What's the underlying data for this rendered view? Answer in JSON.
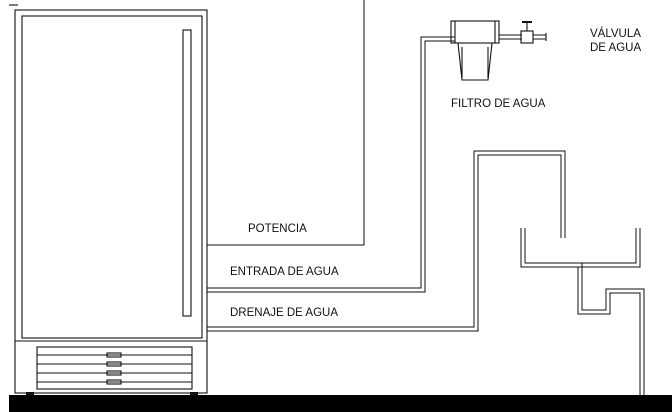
{
  "colors": {
    "line": "#111111",
    "floor": "#000000",
    "background": "#ffffff"
  },
  "labels": {
    "power": "POTENCIA",
    "water_inlet": "ENTRADA DE AGUA",
    "water_drain": "DRENAJE DE AGUA",
    "water_filter": "FILTRO DE AGUA",
    "water_valve_line1": "VÁLVULA",
    "water_valve_line2": "DE AGUA"
  }
}
